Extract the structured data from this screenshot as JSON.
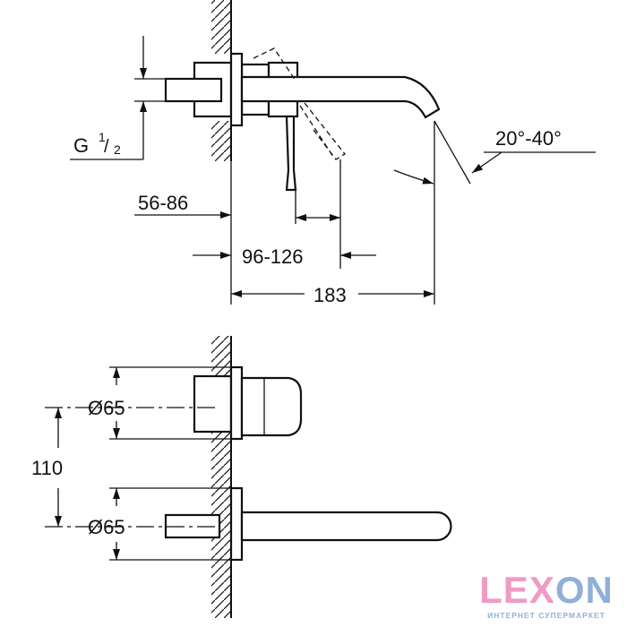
{
  "dimensions": {
    "thread": "G",
    "thread_num": "1",
    "thread_den": "2",
    "wall_depth_1": "56-86",
    "wall_depth_2": "96-126",
    "projection": "183",
    "angle": "20°-40°",
    "diameter_top": "Ø65",
    "diameter_bottom": "Ø65",
    "spacing": "110"
  },
  "logo": {
    "text": "LEXON",
    "subtitle": "ИНТЕРНЕТ СУПЕРМАРКЕТ",
    "pink": "#f09ac4",
    "blue": "#8fb0d8"
  }
}
